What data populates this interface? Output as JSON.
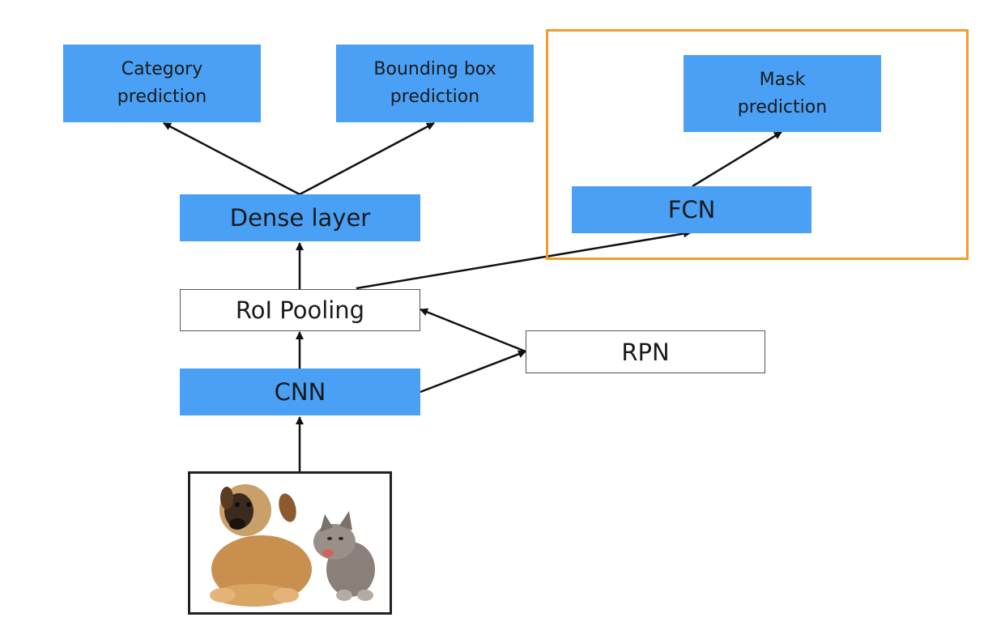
{
  "diagram": {
    "nodes": {
      "category": "Category\nprediction",
      "bbox": "Bounding box\nprediction",
      "mask": "Mask\nprediction",
      "dense": "Dense layer",
      "fcn": "FCN",
      "roi": "RoI Pooling",
      "rpn": "RPN",
      "cnn": "CNN"
    },
    "input_image": "photo of a puppy and a kitten",
    "colors": {
      "block": "#4aa0f5",
      "highlight_border": "#f39c2c",
      "arrow": "#111111"
    }
  }
}
